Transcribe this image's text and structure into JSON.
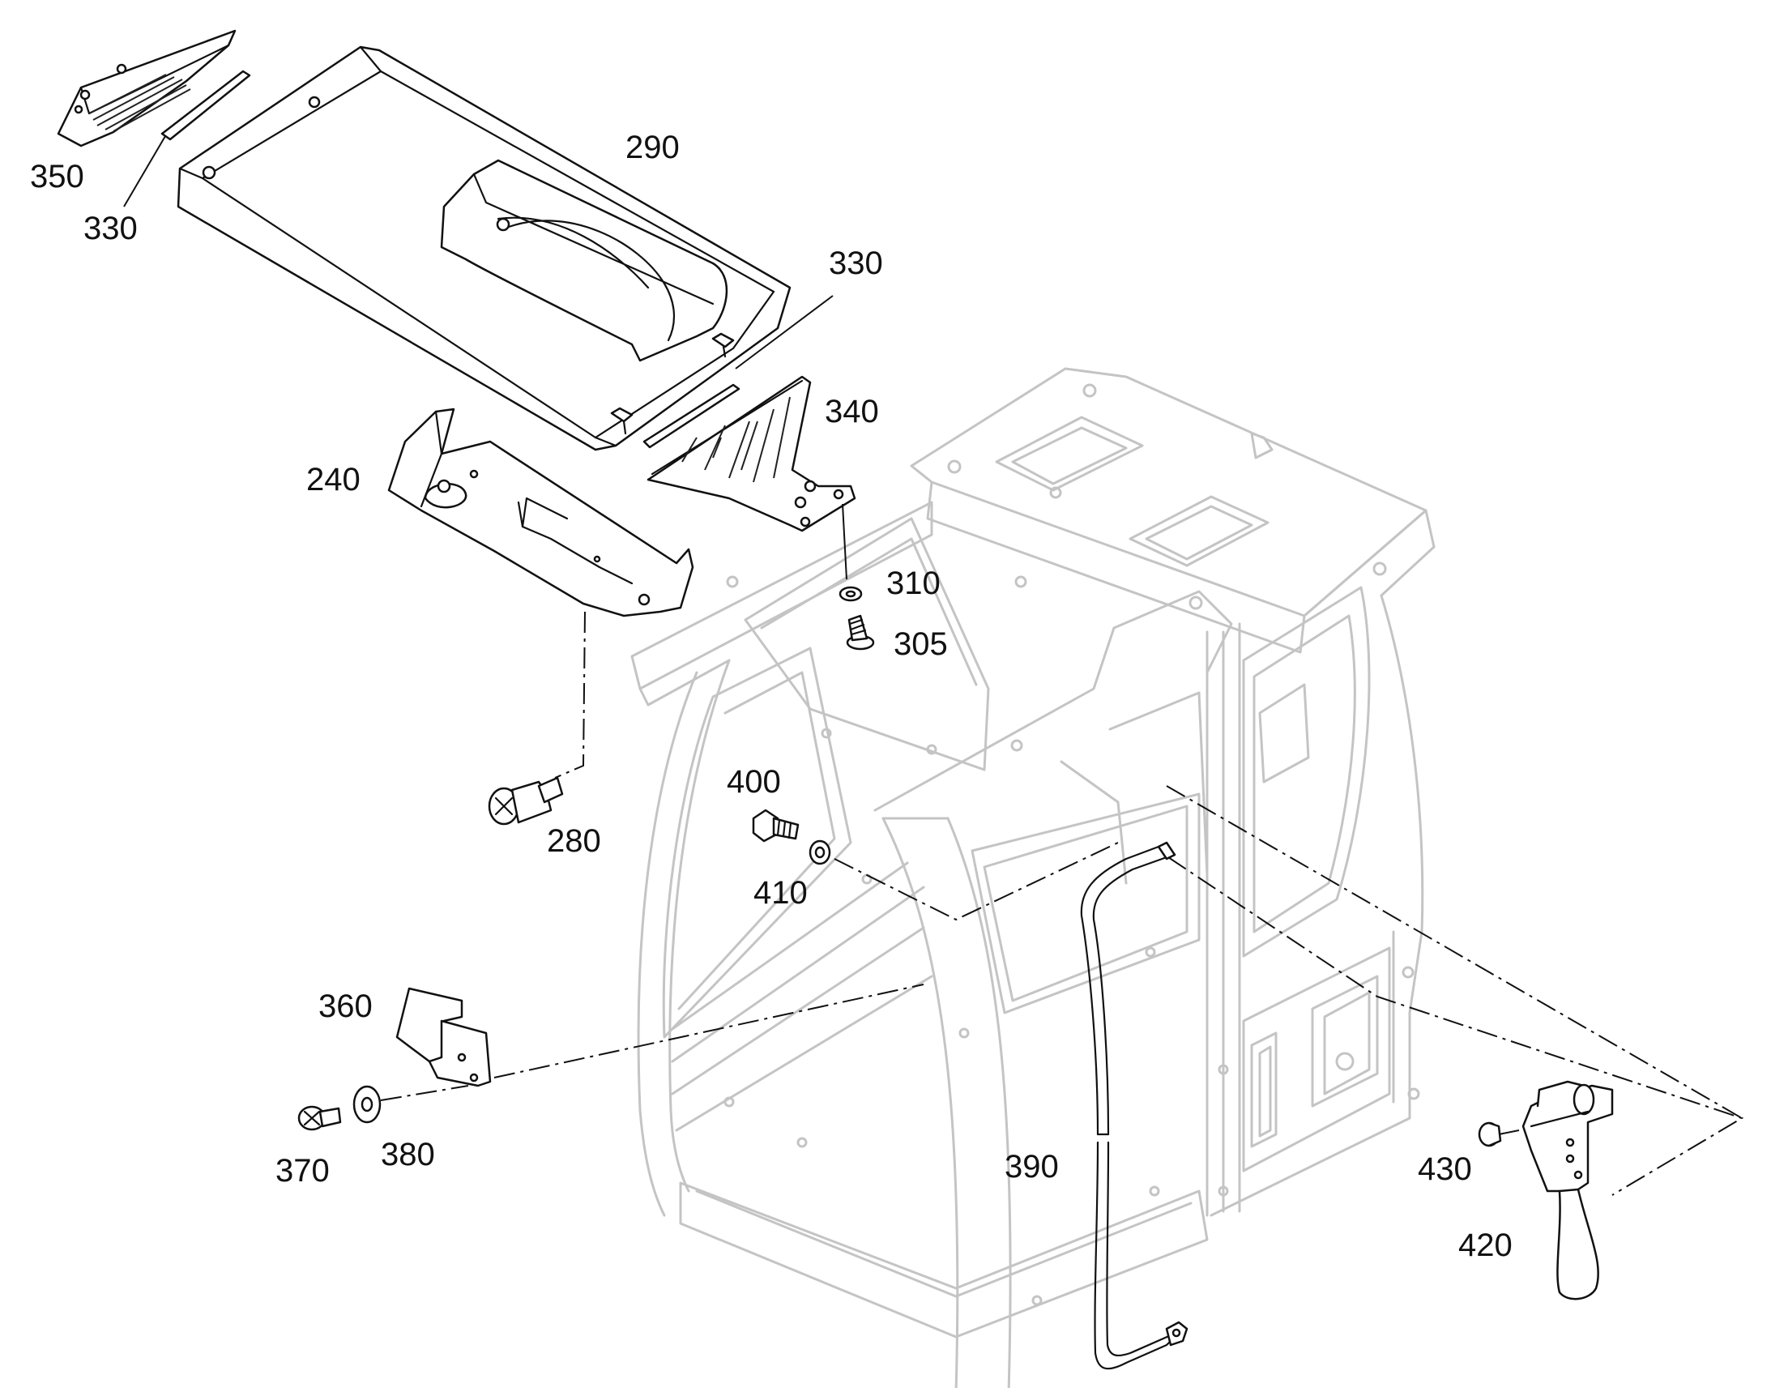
{
  "callouts": [
    {
      "id": "350",
      "text": "350"
    },
    {
      "id": "330a",
      "text": "330"
    },
    {
      "id": "290",
      "text": "290"
    },
    {
      "id": "330b",
      "text": "330"
    },
    {
      "id": "340",
      "text": "340"
    },
    {
      "id": "240",
      "text": "240"
    },
    {
      "id": "310",
      "text": "310"
    },
    {
      "id": "305",
      "text": "305"
    },
    {
      "id": "280",
      "text": "280"
    },
    {
      "id": "400",
      "text": "400"
    },
    {
      "id": "410",
      "text": "410"
    },
    {
      "id": "360",
      "text": "360"
    },
    {
      "id": "370",
      "text": "370"
    },
    {
      "id": "380",
      "text": "380"
    },
    {
      "id": "390",
      "text": "390"
    },
    {
      "id": "430",
      "text": "430"
    },
    {
      "id": "420",
      "text": "420"
    }
  ],
  "colors": {
    "cab_outline": "#c4c4c4",
    "part_outline": "#111111",
    "background": "#ffffff"
  }
}
